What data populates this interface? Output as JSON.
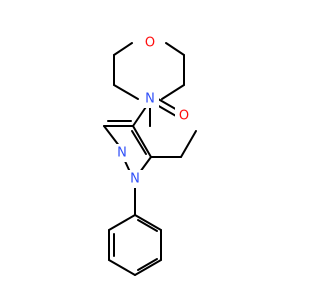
{
  "molecule": {
    "colors": {
      "bond": "#000000",
      "oxygen": "#ff0d0d",
      "nitrogen": "#3050f8",
      "background": "#ffffff"
    },
    "atom_labels": {
      "morpholine_o": "O",
      "morpholine_n": "N",
      "carbonyl_o": "O",
      "pyrazole_n2": "N",
      "pyrazole_n1": "N"
    }
  }
}
